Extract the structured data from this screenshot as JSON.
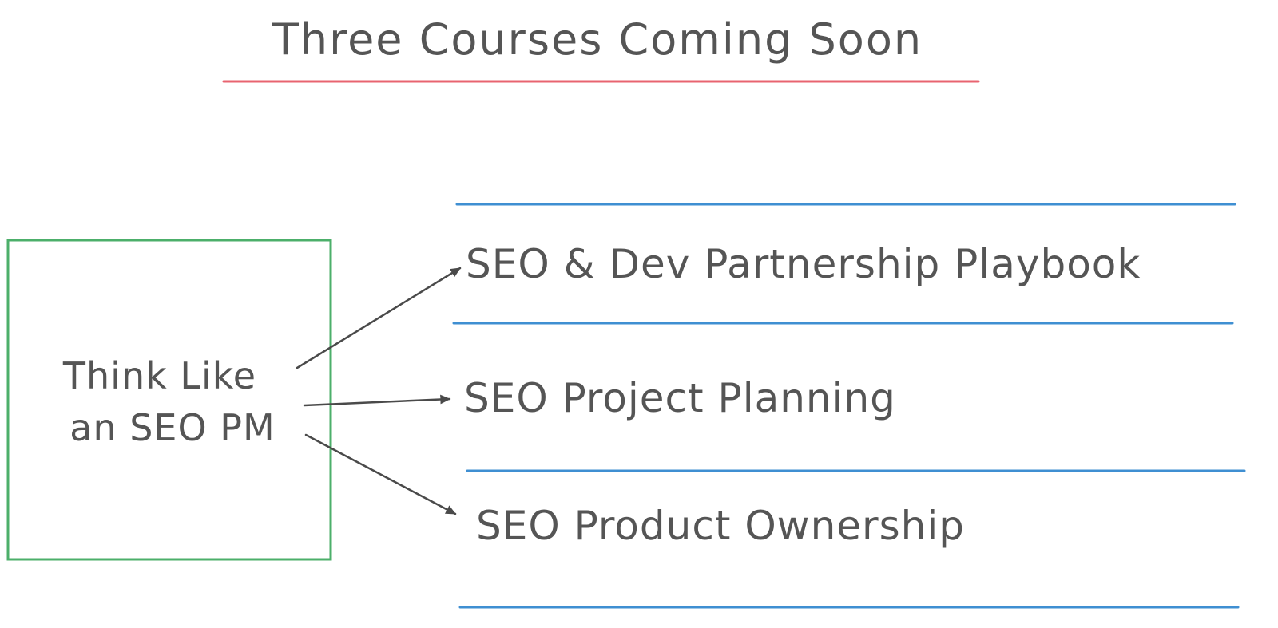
{
  "title": "Three Courses Coming Soon",
  "source": {
    "line1": "Think Like",
    "line2": "an SEO PM"
  },
  "courses": [
    "SEO & Dev Partnership Playbook",
    "SEO Project Planning",
    "SEO Product Ownership"
  ],
  "colors": {
    "title_underline": "#e86470",
    "box_border": "#4caf6a",
    "rule": "#3f8fd2",
    "text": "#555555",
    "arrow": "#4a4a4a"
  }
}
